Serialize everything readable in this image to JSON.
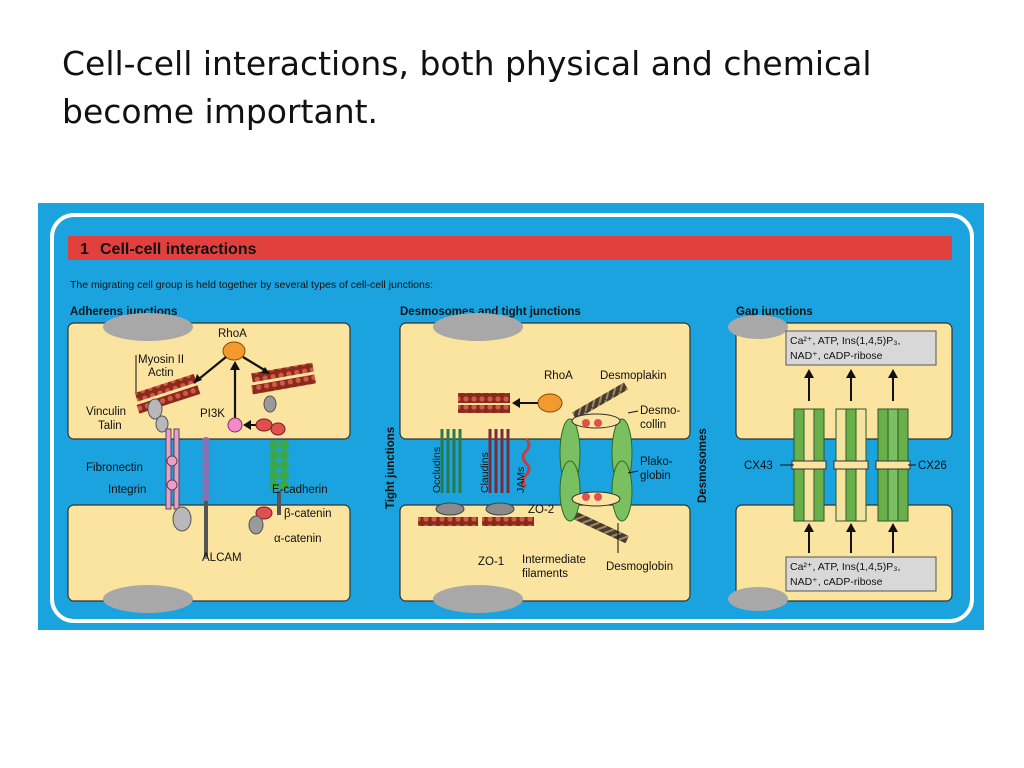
{
  "slide": {
    "title_line1": "Cell-cell interactions, both physical and chemical",
    "title_line2": "become important."
  },
  "figure": {
    "banner_number": "1",
    "banner_title": "Cell-cell interactions",
    "subtitle": "The migrating cell group is held together by several types of cell-cell junctions:",
    "colors": {
      "background": "#1aa3df",
      "banner": "#e2403c",
      "cell": "#fbe3a0",
      "nucleus": "#a8a8a8"
    },
    "panels": {
      "adherens": {
        "heading": "Adherens junctions",
        "labels": {
          "rhoa": "RhoA",
          "myosin": "Myosin II",
          "actin": "Actin",
          "vinculin": "Vinculin",
          "talin": "Talin",
          "pi3k": "PI3K",
          "fibronectin": "Fibronectin",
          "integrin": "Integrin",
          "ecadherin": "E-cadherin",
          "bcatenin": "β-catenin",
          "acatenin": "α-catenin",
          "alcam": "ALCAM"
        }
      },
      "desmosomes_tight": {
        "heading": "Desmosomes and tight junctions",
        "labels": {
          "tight_junctions": "Tight junctions",
          "desmosomes": "Desmosomes",
          "rhoa": "RhoA",
          "desmoplakin": "Desmoplakin",
          "desmocollin_1": "Desmo-",
          "desmocollin_2": "collin",
          "plakoglobin_1": "Plako-",
          "plakoglobin_2": "globin",
          "occludins": "Occludins",
          "claudins": "Claudins",
          "jams": "JAMs",
          "zo2": "ZO-2",
          "zo1": "ZO-1",
          "if_1": "Intermediate",
          "if_2": "filaments",
          "desmoglobin": "Desmoglobin"
        }
      },
      "gap": {
        "heading": "Gap junctions",
        "labels": {
          "box_line1": "Ca²⁺, ATP, Ins(1,4,5)P₃,",
          "box_line2": "NAD⁺, cADP-ribose",
          "cx43": "CX43",
          "cx26": "CX26"
        }
      }
    }
  }
}
